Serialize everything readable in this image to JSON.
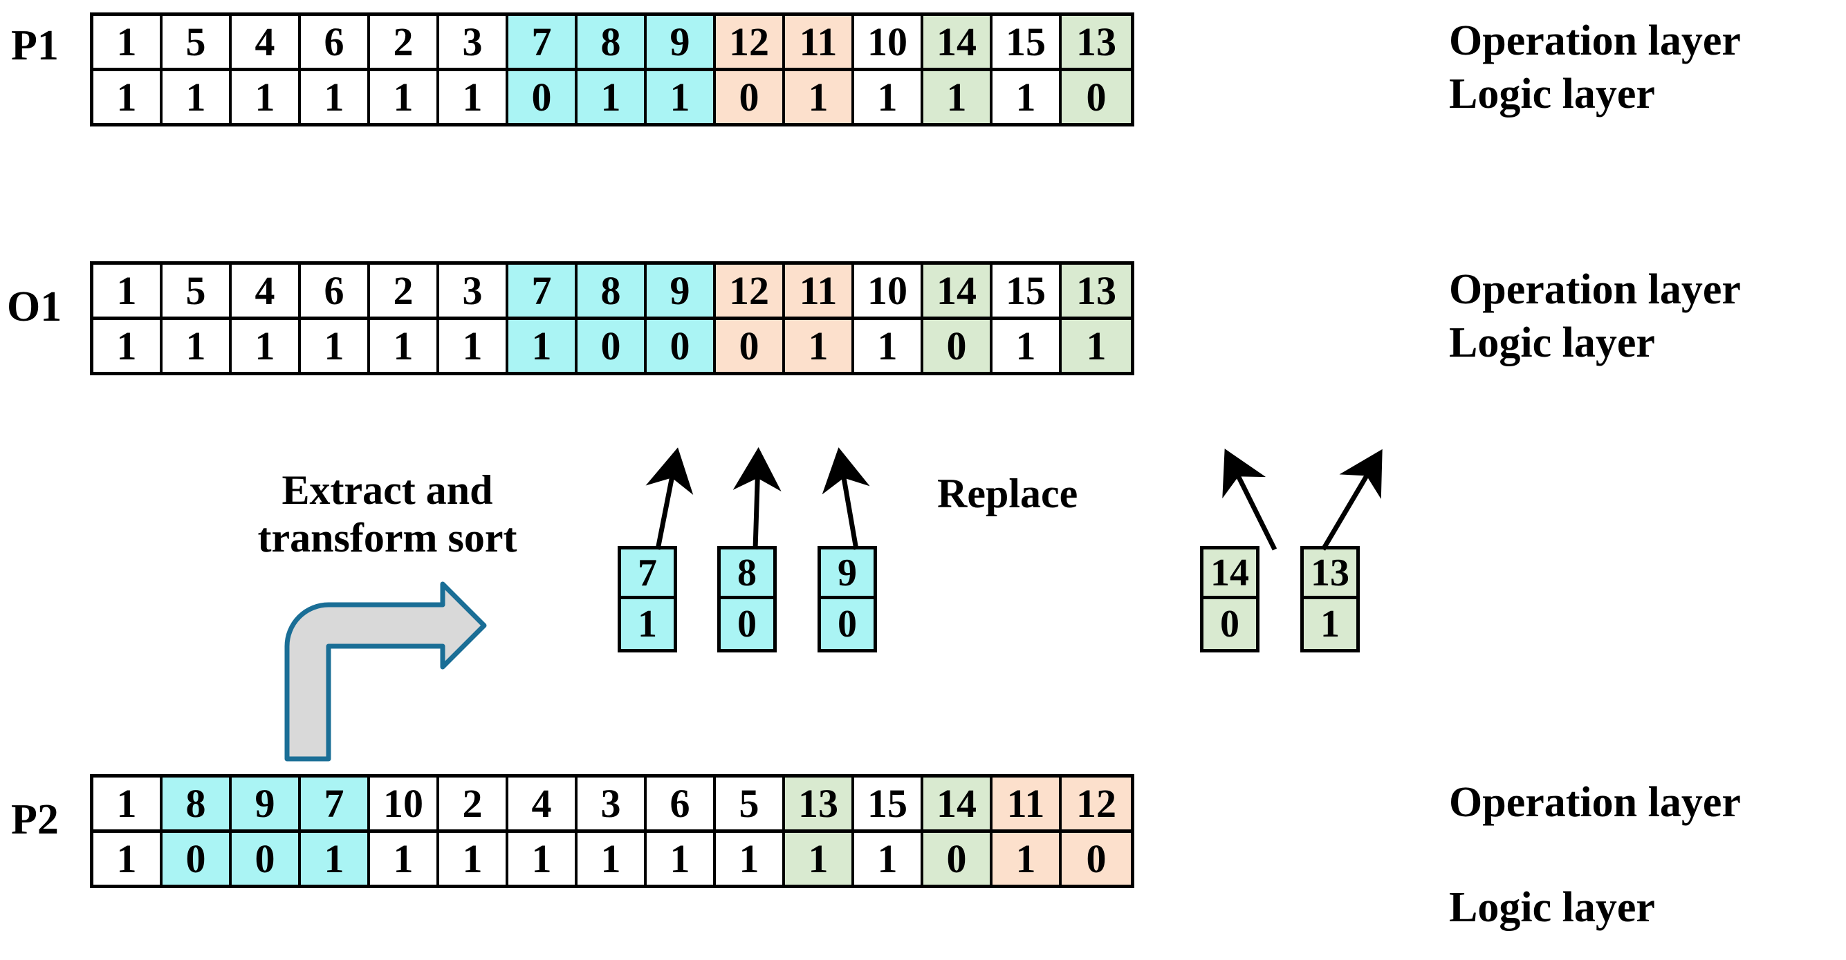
{
  "colors": {
    "cyan": "#aaf4f4",
    "peach": "#fce0cc",
    "green": "#d9ead0",
    "white": "#ffffff",
    "outline": "#000000",
    "bent_arrow_fill": "#d9d9d9",
    "bent_arrow_stroke": "#1a6e96"
  },
  "layer_labels": {
    "operation": "Operation layer",
    "logic": "Logic layer"
  },
  "process_labels": {
    "extract": "Extract and",
    "transform_sort": "transform  sort",
    "replace": "Replace"
  },
  "chromosomes": [
    {
      "name": "P1",
      "operation": [
        "1",
        "5",
        "4",
        "6",
        "2",
        "3",
        "7",
        "8",
        "9",
        "12",
        "11",
        "10",
        "14",
        "15",
        "13"
      ],
      "logic": [
        "1",
        "1",
        "1",
        "1",
        "1",
        "1",
        "0",
        "1",
        "1",
        "0",
        "1",
        "1",
        "1",
        "1",
        "0"
      ],
      "colors": [
        "white",
        "white",
        "white",
        "white",
        "white",
        "white",
        "cyan",
        "cyan",
        "cyan",
        "peach",
        "peach",
        "white",
        "green",
        "white",
        "green"
      ]
    },
    {
      "name": "O1",
      "operation": [
        "1",
        "5",
        "4",
        "6",
        "2",
        "3",
        "7",
        "8",
        "9",
        "12",
        "11",
        "10",
        "14",
        "15",
        "13"
      ],
      "logic": [
        "1",
        "1",
        "1",
        "1",
        "1",
        "1",
        "1",
        "0",
        "0",
        "0",
        "1",
        "1",
        "0",
        "1",
        "1"
      ],
      "colors": [
        "white",
        "white",
        "white",
        "white",
        "white",
        "white",
        "cyan",
        "cyan",
        "cyan",
        "peach",
        "peach",
        "white",
        "green",
        "white",
        "green"
      ]
    },
    {
      "name": "P2",
      "operation": [
        "1",
        "8",
        "9",
        "7",
        "10",
        "2",
        "4",
        "3",
        "6",
        "5",
        "13",
        "15",
        "14",
        "11",
        "12"
      ],
      "logic": [
        "1",
        "0",
        "0",
        "1",
        "1",
        "1",
        "1",
        "1",
        "1",
        "1",
        "1",
        "1",
        "0",
        "1",
        "0"
      ],
      "colors": [
        "white",
        "cyan",
        "cyan",
        "cyan",
        "white",
        "white",
        "white",
        "white",
        "white",
        "white",
        "green",
        "white",
        "green",
        "peach",
        "peach"
      ]
    }
  ],
  "mini_blocks": [
    {
      "operation": "7",
      "logic": "1",
      "color": "cyan"
    },
    {
      "operation": "8",
      "logic": "0",
      "color": "cyan"
    },
    {
      "operation": "9",
      "logic": "0",
      "color": "cyan"
    },
    {
      "operation": "14",
      "logic": "0",
      "color": "green"
    },
    {
      "operation": "13",
      "logic": "1",
      "color": "green"
    }
  ]
}
